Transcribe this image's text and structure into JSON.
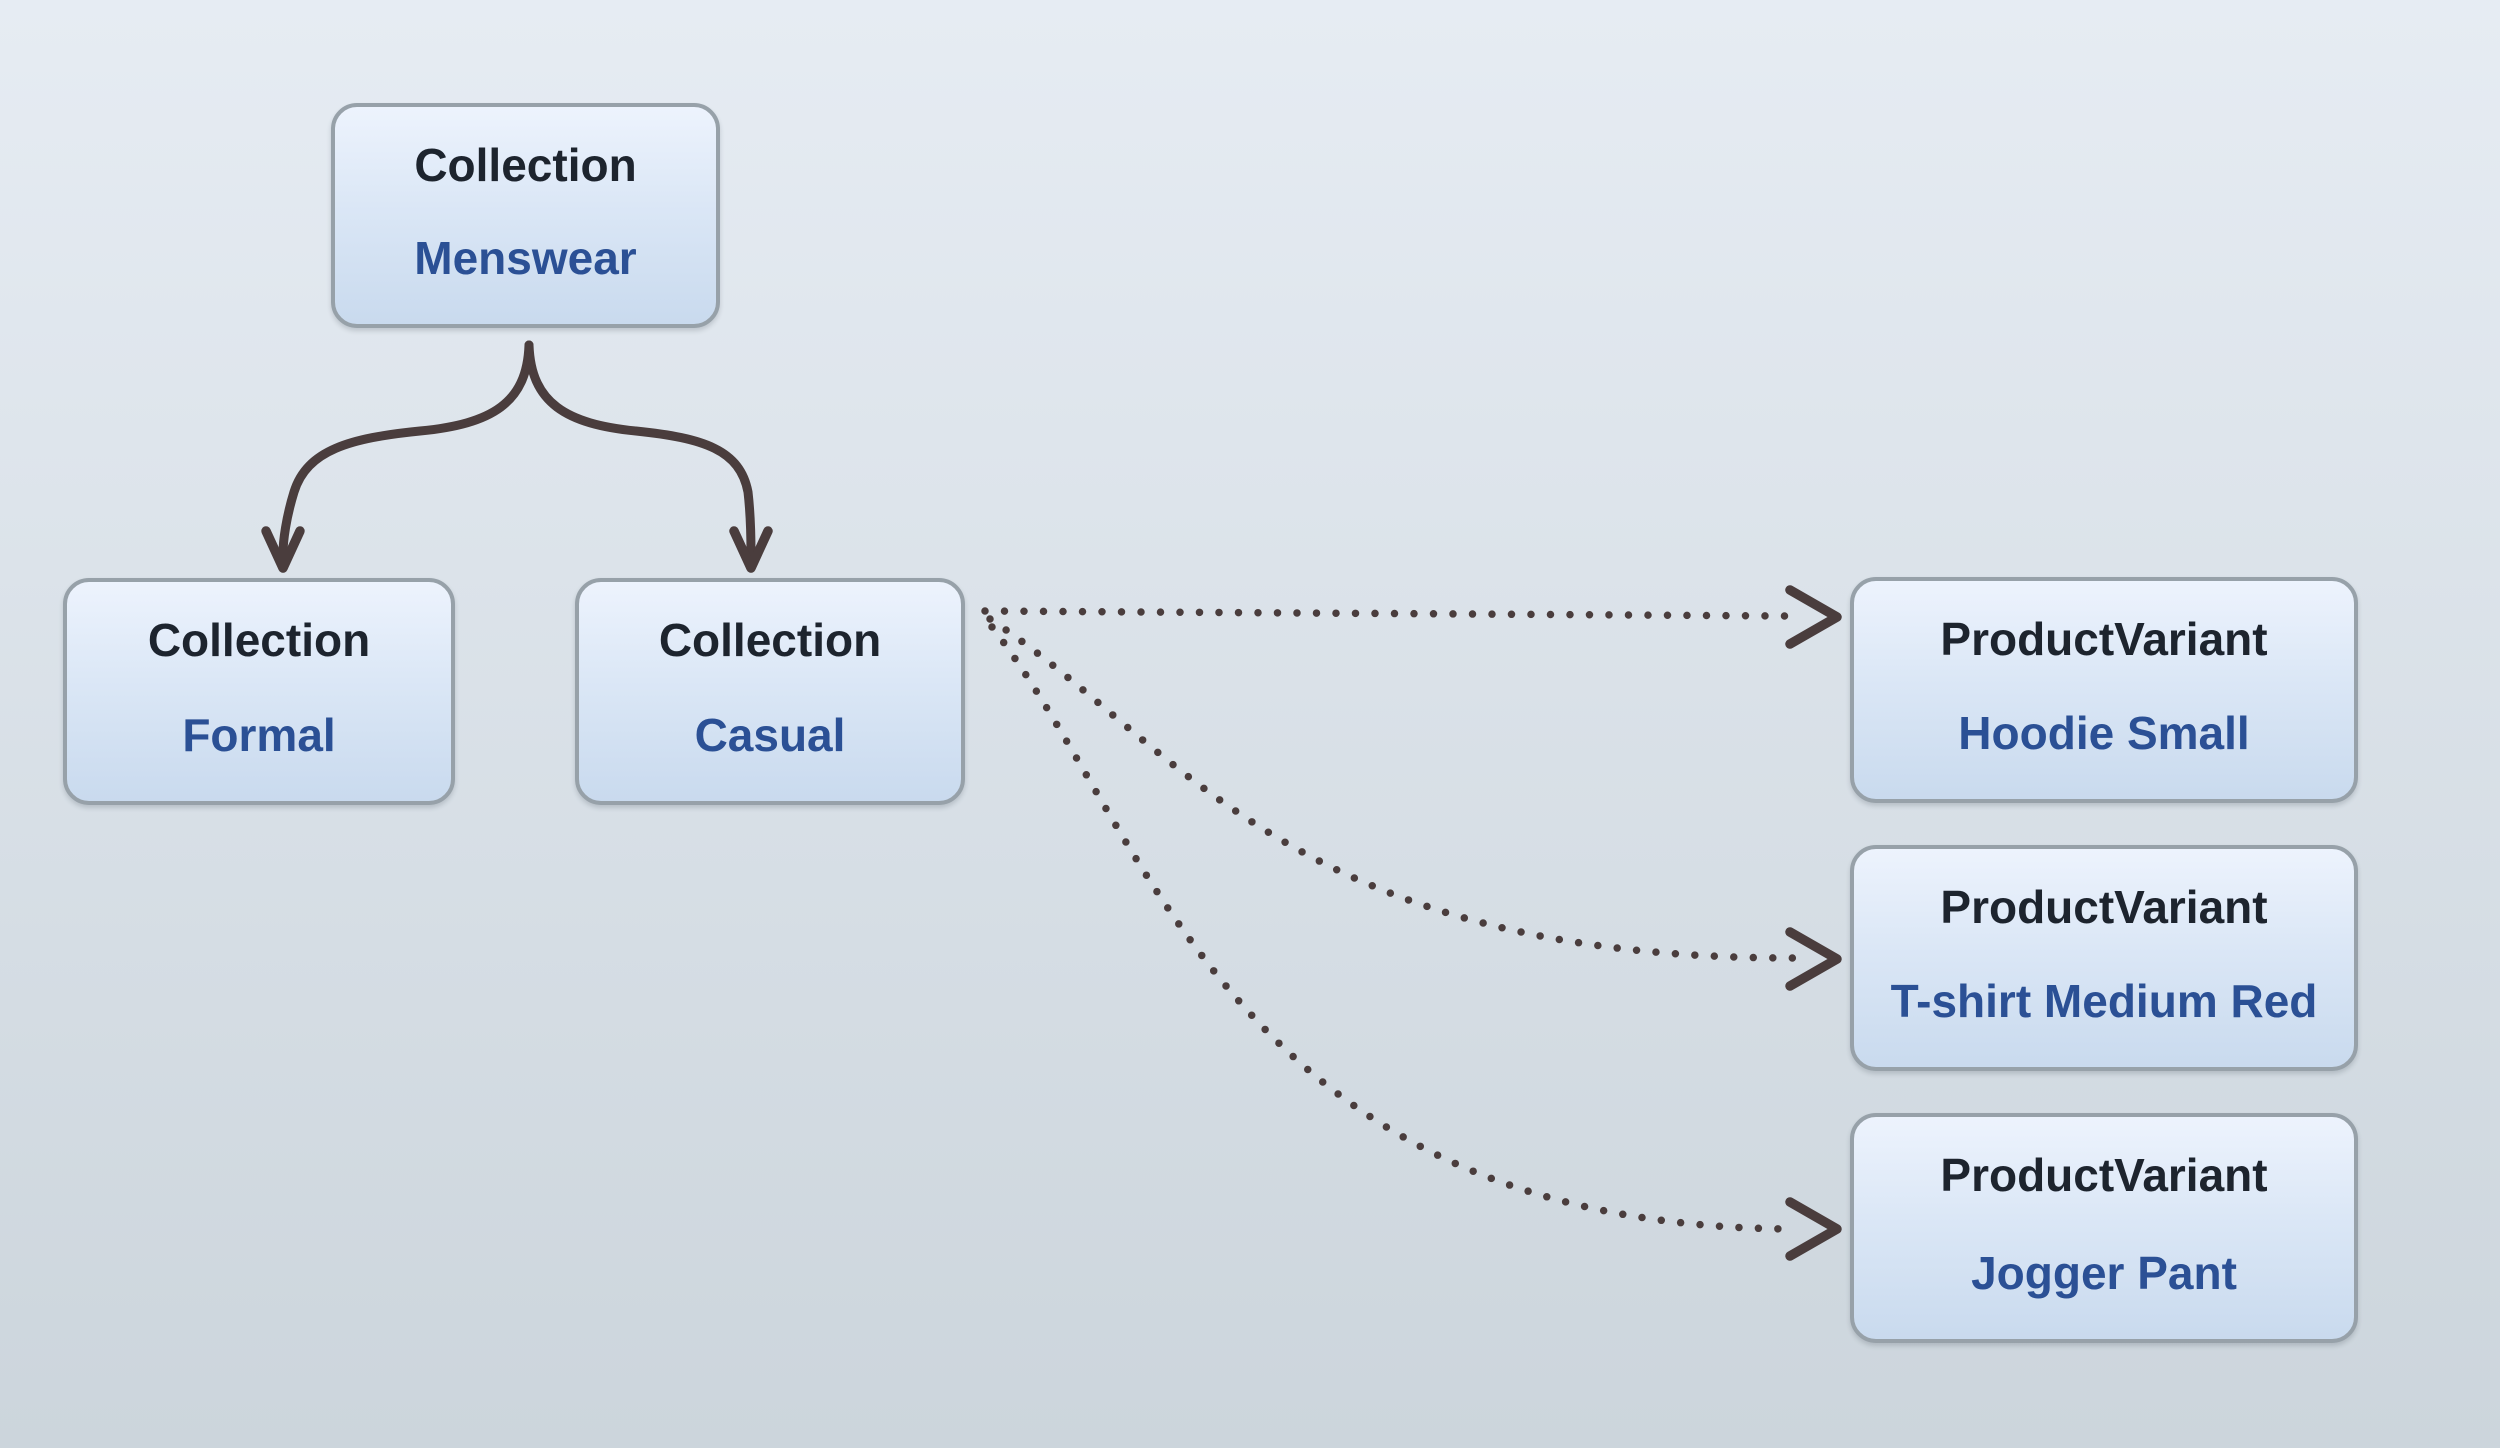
{
  "diagram": {
    "colors": {
      "bg_top": "#e6ecf3",
      "bg_bottom": "#ccd5dc",
      "box_border": "#97a1a9",
      "box_fill_top": "#edf3fd",
      "box_fill_bottom": "#c9daee",
      "title_text": "#1d242e",
      "value_text": "#2b5095",
      "arrow": "#4a3d3d"
    },
    "nodes": [
      {
        "type": "Collection",
        "label": "Menswear"
      },
      {
        "type": "Collection",
        "label": "Formal"
      },
      {
        "type": "Collection",
        "label": "Casual"
      },
      {
        "type": "ProductVariant",
        "label": "Hoodie Small"
      },
      {
        "type": "ProductVariant",
        "label": "T-shirt Medium Red"
      },
      {
        "type": "ProductVariant",
        "label": "Jogger Pant"
      }
    ],
    "edges": [
      {
        "from": "Menswear",
        "to": "Formal",
        "style": "solid"
      },
      {
        "from": "Menswear",
        "to": "Casual",
        "style": "solid"
      },
      {
        "from": "Casual",
        "to": "Hoodie Small",
        "style": "dotted"
      },
      {
        "from": "Casual",
        "to": "T-shirt Medium Red",
        "style": "dotted"
      },
      {
        "from": "Casual",
        "to": "Jogger Pant",
        "style": "dotted"
      }
    ]
  }
}
